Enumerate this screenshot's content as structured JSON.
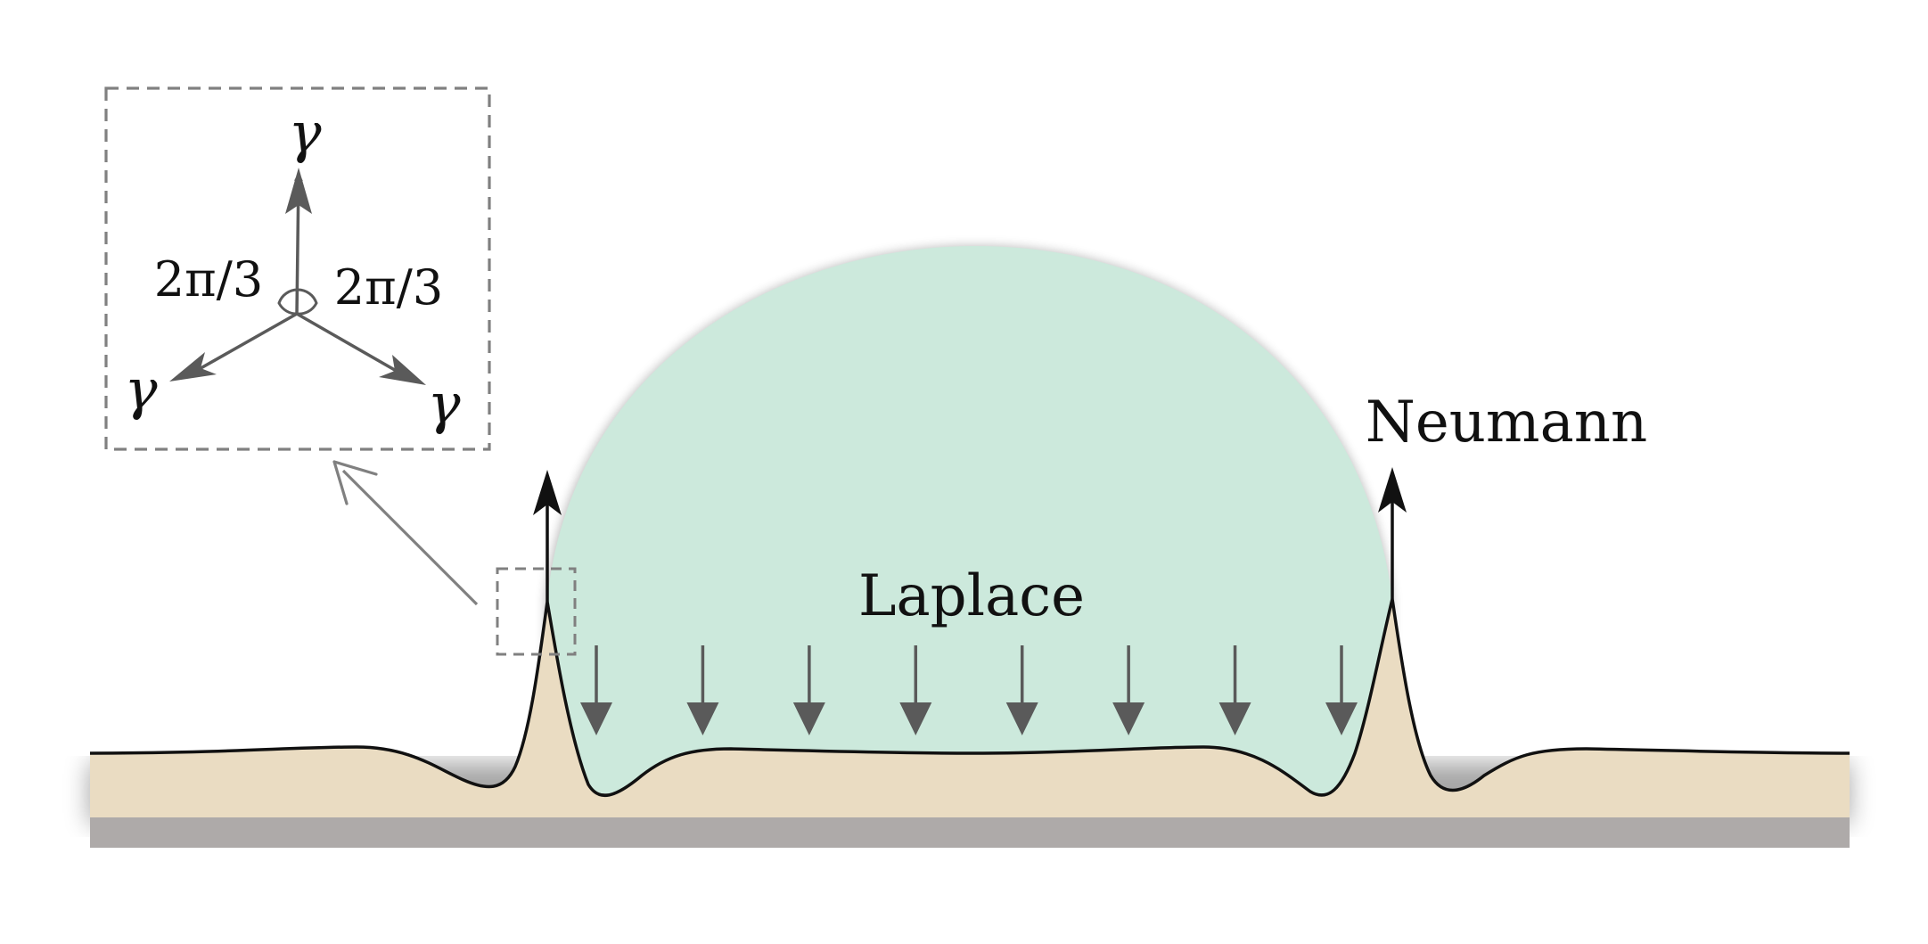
{
  "labels": {
    "inset_top_gamma": "γ",
    "inset_left_gamma": "γ",
    "inset_right_gamma": "γ",
    "inset_left_angle": "2π/3",
    "inset_right_angle": "2π/3",
    "neumann": "Neumann",
    "laplace": "Laplace"
  },
  "colors": {
    "droplet_fill": "#cce9dc",
    "substrate_fill": "#eadcc2",
    "base_fill": "#aeaaa9",
    "arrow_gray": "#5a5a5a",
    "dashed_gray": "#808080",
    "outline": "#111111"
  },
  "icons": {
    "pressure_arrow": "down-arrow-icon",
    "force_arrow": "up-arrow-icon"
  },
  "pressure_arrow_count": 8
}
